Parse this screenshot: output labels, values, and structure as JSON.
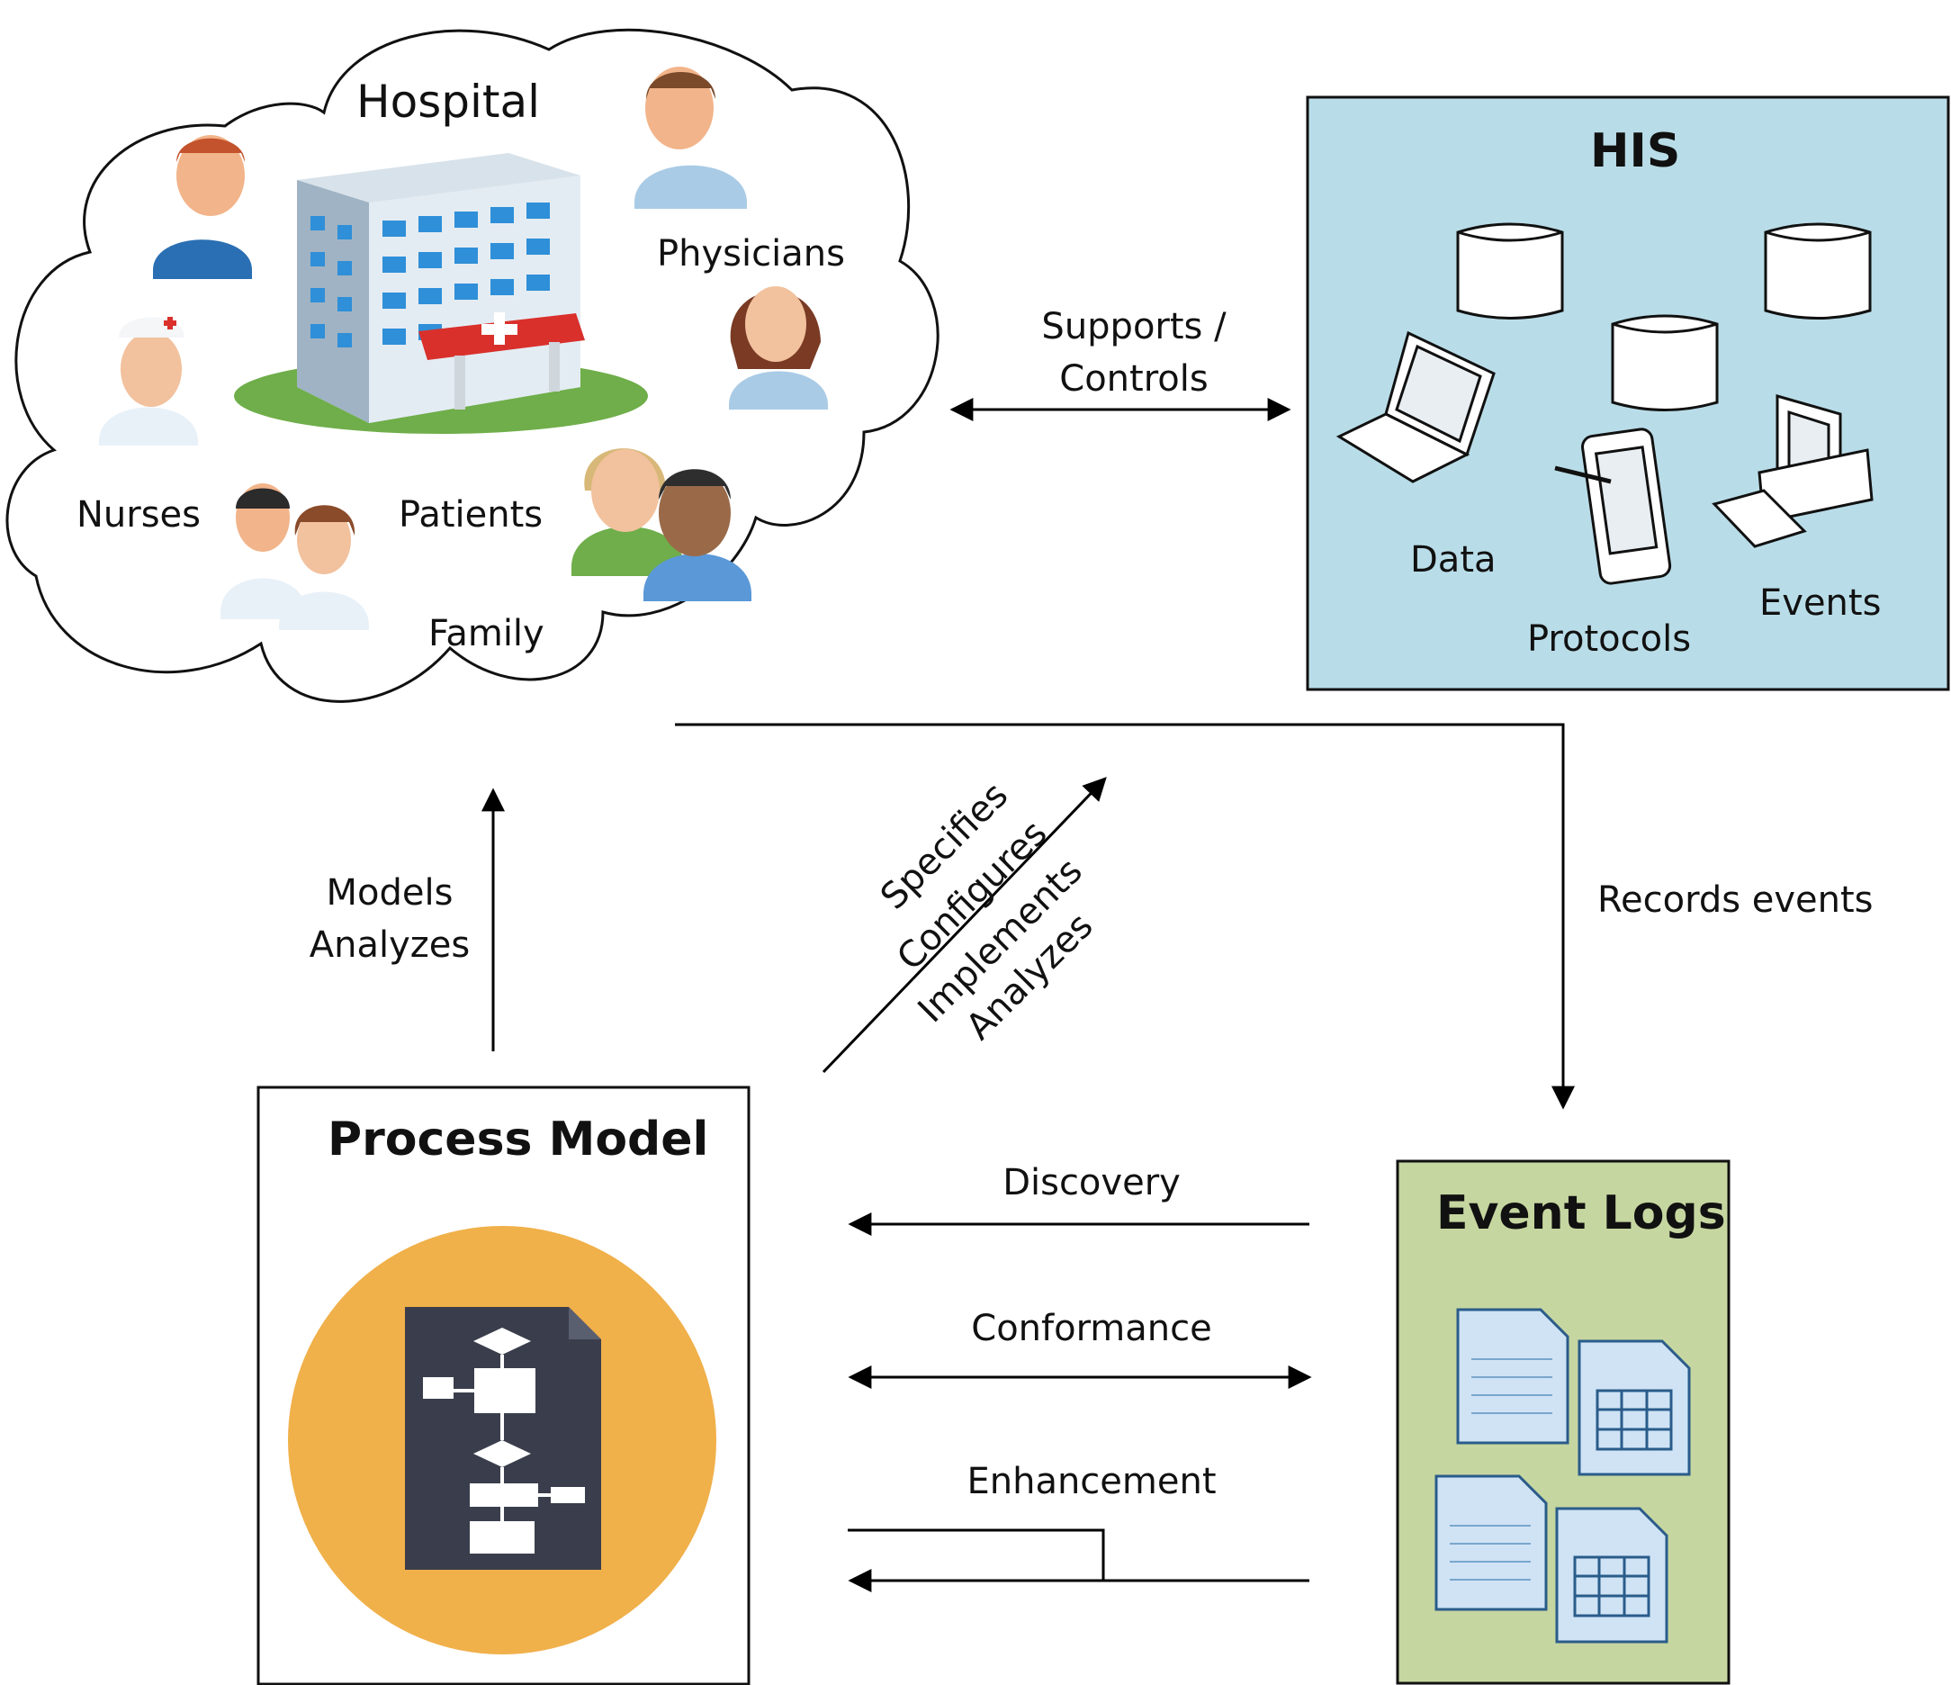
{
  "hospital": {
    "title": "Hospital",
    "physicians_label": "Physicians",
    "nurses_label": "Nurses",
    "patients_label": "Patients",
    "family_label": "Family"
  },
  "his": {
    "title": "HIS",
    "data_label": "Data",
    "protocols_label": "Protocols",
    "events_label": "Events",
    "fill_color": "#b9dde8"
  },
  "edges": {
    "supports_controls": [
      "Supports /",
      "Controls"
    ],
    "records_events": "Records events",
    "models_analyzes": [
      "Models",
      "Analyzes"
    ],
    "diagonal_labels": [
      "Specifies",
      "Configures",
      "Implements",
      "Analyzes"
    ],
    "discovery": "Discovery",
    "conformance": "Conformance",
    "enhancement": "Enhancement"
  },
  "process_model": {
    "title": "Process Model",
    "circle_color": "#f0b04a",
    "doc_color": "#3a3e4c"
  },
  "event_logs": {
    "title": "Event Logs",
    "fill_color": "#c6d6a0"
  }
}
